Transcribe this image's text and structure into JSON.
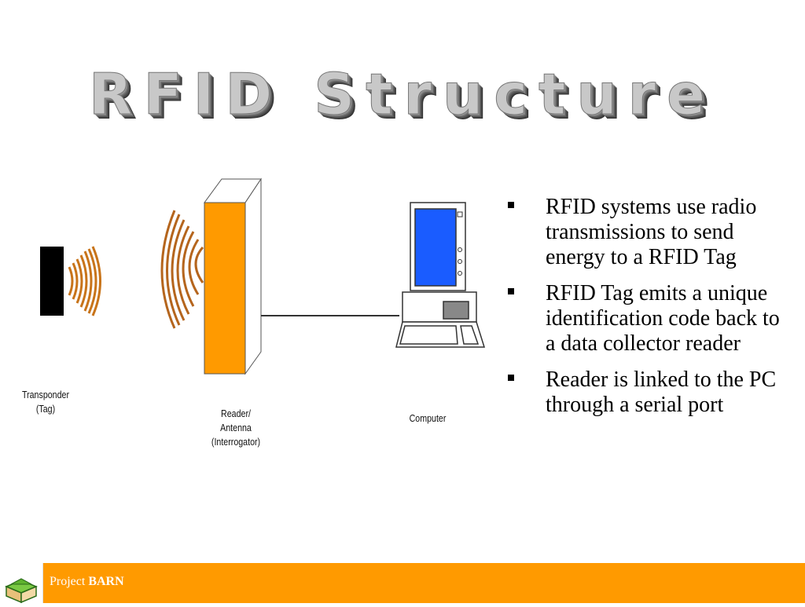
{
  "slide": {
    "title": "RFID Structure"
  },
  "diagram": {
    "labels": {
      "transponder": "Transponder\n(Tag)",
      "reader": "Reader/\nAntenna\n(Interrogator)",
      "computer": "Computer"
    },
    "colors": {
      "tag": "#000000",
      "reader": "#ff9a00",
      "waves": "#c8741a",
      "screen": "#1a5cff"
    }
  },
  "bullets": [
    "RFID systems use radio transmissions to send energy to a RFID Tag",
    "RFID Tag emits a unique identification code back to a data collector reader",
    "Reader is linked to the PC through a serial port"
  ],
  "footer": {
    "prefix": "Project",
    "brand": "BARN",
    "bar_color": "#ff9a00",
    "logo_icon": "barn-logo-icon"
  }
}
